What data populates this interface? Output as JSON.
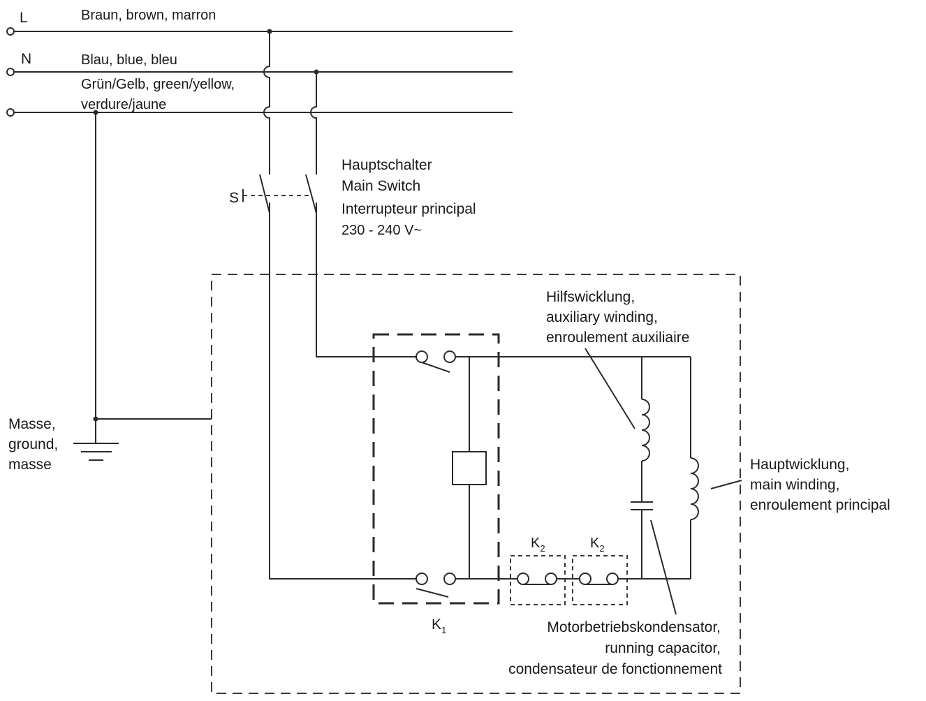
{
  "terminals": {
    "line": "L",
    "neutral": "N"
  },
  "wire_labels": {
    "line": "Braun, brown, marron",
    "neutral": "Blau, blue, bleu",
    "earth_line1": "Grün/Gelb, green/yellow,",
    "earth_line2": "verdure/jaune"
  },
  "main_switch": {
    "symbol": "S",
    "line1": "Hauptschalter",
    "line2": "Main Switch",
    "line3": "Interrupteur principal",
    "voltage": "230 - 240 V~"
  },
  "ground": {
    "line1": "Masse,",
    "line2": "ground,",
    "line3": "masse"
  },
  "auxiliary_winding": {
    "line1": "Hilfswicklung,",
    "line2": "auxiliary winding,",
    "line3": "enroulement auxiliaire"
  },
  "main_winding": {
    "line1": "Hauptwicklung,",
    "line2": "main winding,",
    "line3": "enroulement principal"
  },
  "capacitor": {
    "line1": "Motorbetriebskondensator,",
    "line2": "running capacitor,",
    "line3": "condensateur de fonctionnement"
  },
  "contactors": {
    "k1_letter": "K",
    "k1_index": "1",
    "k2a_letter": "K",
    "k2a_index": "2",
    "k2b_letter": "K",
    "k2b_index": "2"
  }
}
